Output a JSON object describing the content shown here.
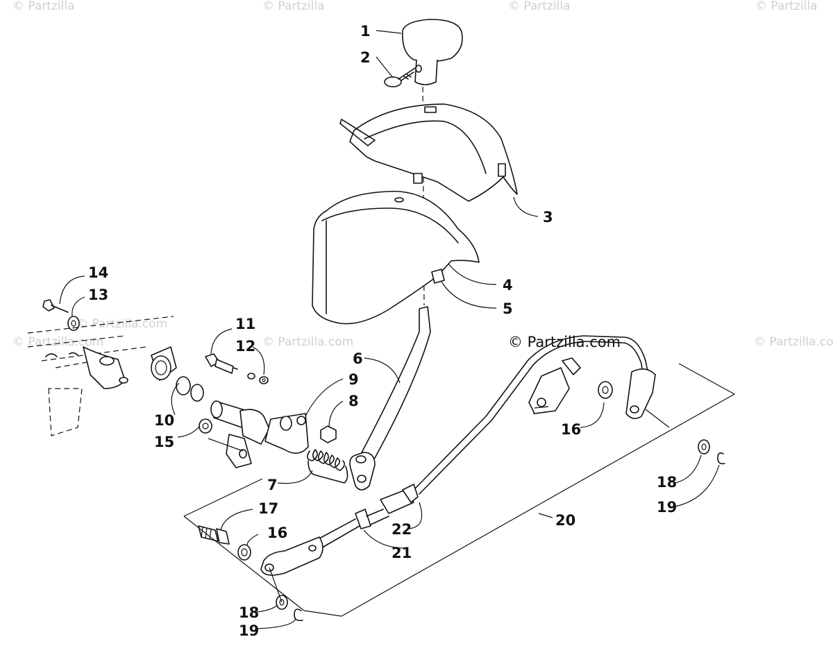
{
  "watermarks": [
    "© Partzilla",
    "© Partzilla",
    "© Partzilla",
    "© Partzilla",
    "© Partzilla.com",
    "© Partzilla.com",
    "© Partzilla.com",
    "© Partzilla.com"
  ],
  "brand_label": "© Partzilla.com",
  "callouts": {
    "c1": "1",
    "c2": "2",
    "c3": "3",
    "c4": "4",
    "c5": "5",
    "c6": "6",
    "c7": "7",
    "c8": "8",
    "c9": "9",
    "c10": "10",
    "c11": "11",
    "c12": "12",
    "c13": "13",
    "c14": "14",
    "c15": "15",
    "c16a": "16",
    "c16b": "16",
    "c17": "17",
    "c18a": "18",
    "c18b": "18",
    "c19a": "19",
    "c19b": "19",
    "c20": "20",
    "c21": "21",
    "c22": "22"
  }
}
